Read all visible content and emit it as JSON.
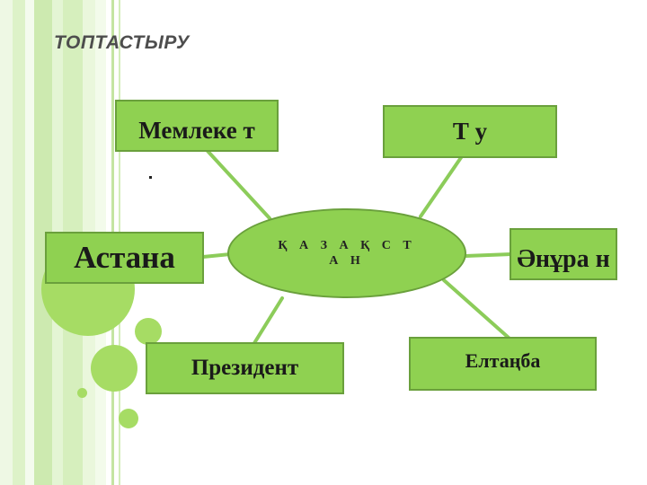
{
  "slide": {
    "title": "ТОПТАСТЫРУ"
  },
  "diagram": {
    "center": "Қ А З А Қ С Т А Н",
    "nodes": {
      "memleket": "Мемлеке т",
      "tu": "Т у",
      "astana": "Астана",
      "anuran": "Әнұра н",
      "president": "Президент",
      "eltanba": "Елтаңба"
    }
  },
  "colors": {
    "box_fill": "#8fd151",
    "box_border": "#6aa03c",
    "connector": "#8ccc5a",
    "decor_circle": "#a6dc64"
  }
}
